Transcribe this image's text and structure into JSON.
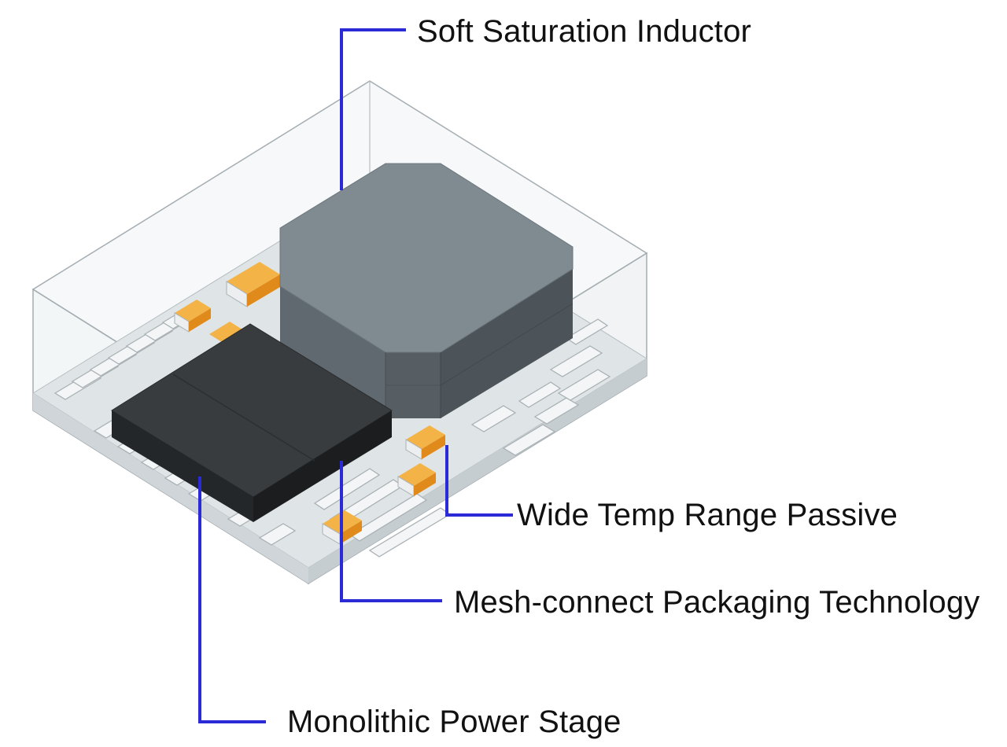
{
  "labels": {
    "inductor": "Soft Saturation Inductor",
    "passive": "Wide Temp Range Passive",
    "mesh": "Mesh-connect Packaging Technology",
    "power_stage": "Monolithic Power Stage"
  },
  "colors": {
    "leader_line": "#2a2ad6",
    "inductor_top": "#7f8a91",
    "inductor_side_left": "#5f666b",
    "inductor_side_right": "#4b5155",
    "power_stage_top": "#3a3d40",
    "power_stage_side": "#1f2224",
    "passive_orange": "#f0a02c",
    "passive_end": "#eceeef",
    "substrate": "#e2e6e8",
    "enclosure_edge": "#9aa3a8"
  }
}
